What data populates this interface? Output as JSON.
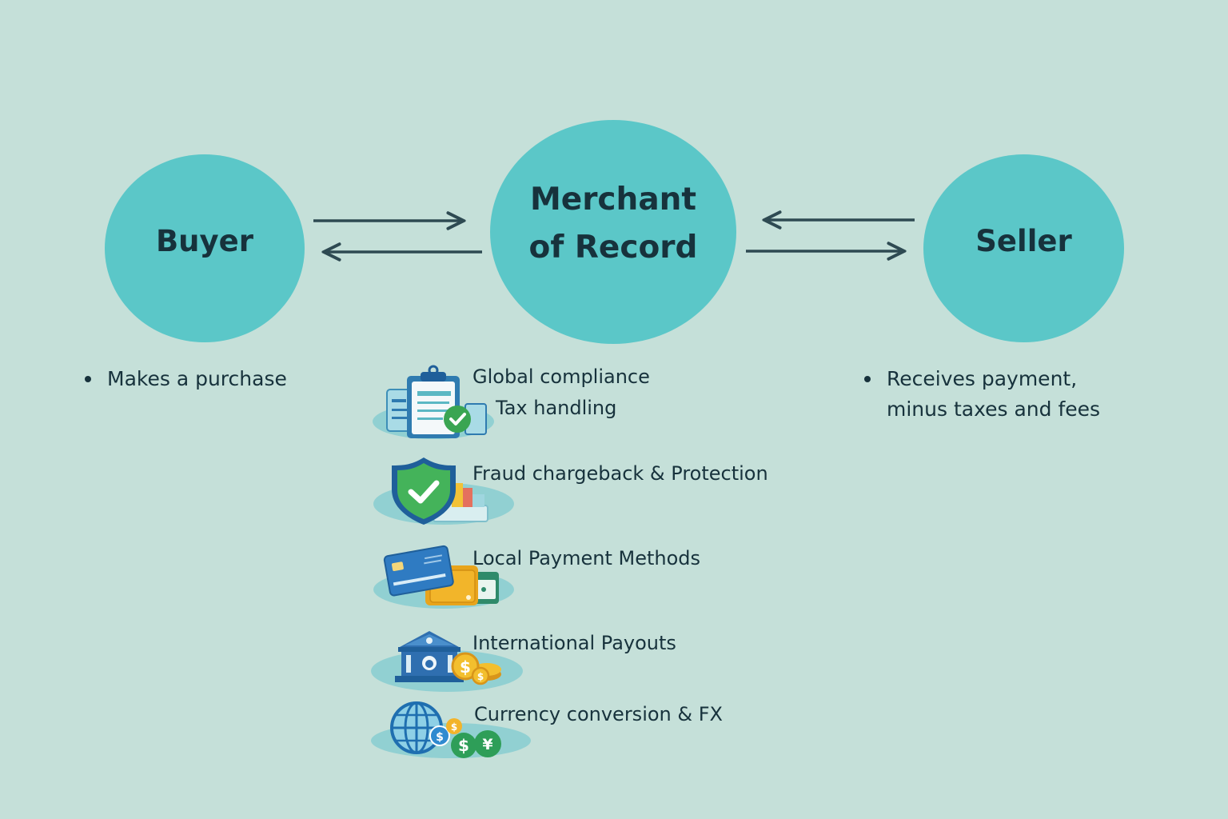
{
  "diagram": {
    "nodes": {
      "buyer": "Buyer",
      "merchant_of_record_line1": "Merchant",
      "merchant_of_record_line2": "of Record",
      "seller": "Seller"
    },
    "connections": [
      {
        "from": "Buyer",
        "to": "Merchant of Record",
        "direction": "bidirectional"
      },
      {
        "from": "Merchant of Record",
        "to": "Seller",
        "direction": "bidirectional"
      }
    ],
    "buyer_notes": [
      "Makes a purchase"
    ],
    "seller_notes": [
      "Receives payment,\nminus taxes and fees"
    ],
    "mor_services": [
      {
        "icon": "clipboard-check-icon",
        "label": "Global compliance",
        "sublabel": "Tax handling"
      },
      {
        "icon": "shield-check-icon",
        "label": "Fraud chargeback & Protection"
      },
      {
        "icon": "credit-card-wallet-icon",
        "label": "Local Payment Methods"
      },
      {
        "icon": "bank-coins-icon",
        "label": "International Payouts"
      },
      {
        "icon": "globe-currency-icon",
        "label": "Currency conversion & FX"
      }
    ],
    "colors": {
      "background": "#c5e0d9",
      "node_fill": "#5bc7c8",
      "text": "#17323c",
      "arrow": "#2e4a52"
    }
  }
}
